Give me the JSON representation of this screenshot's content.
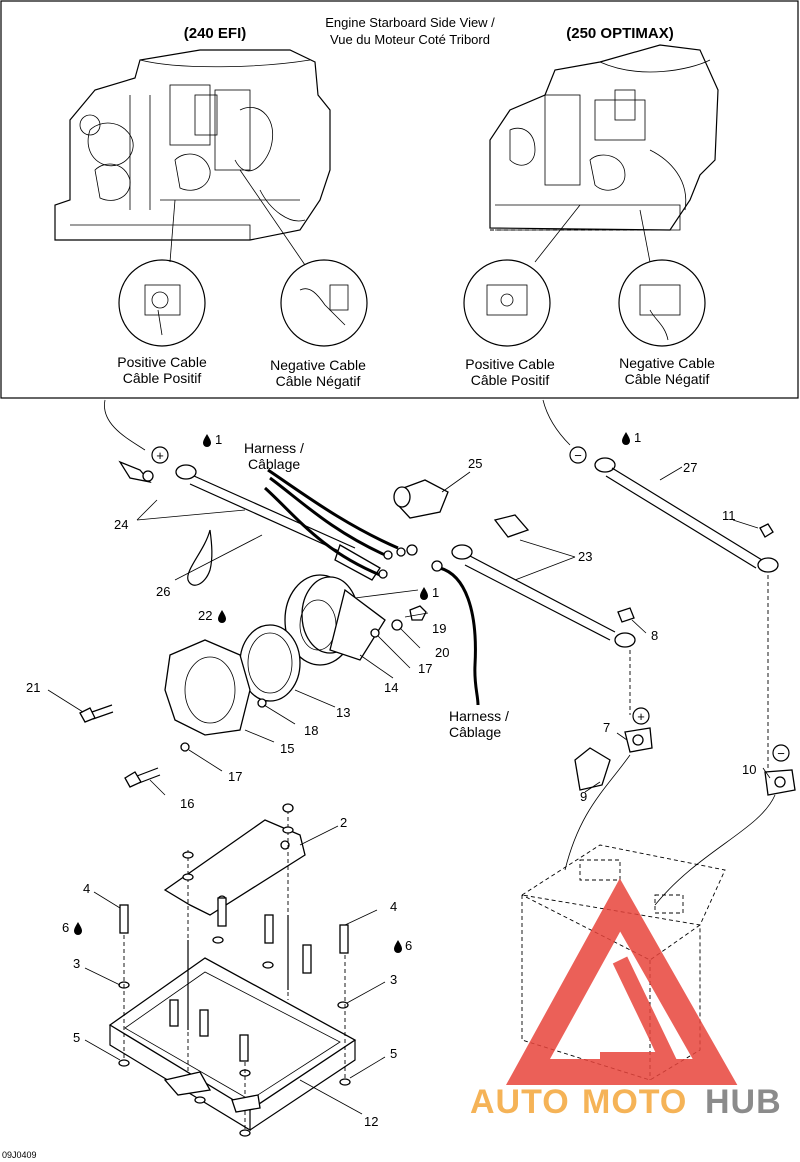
{
  "header": {
    "left_model": "(240 EFI)",
    "right_model": "(250 OPTIMAX)",
    "title_en": "Engine Starboard Side View /",
    "title_fr": "Vue du Moteur Coté Tribord"
  },
  "insets": {
    "left_positive_en": "Positive Cable",
    "left_positive_fr": "Câble Positif",
    "left_negative_en": "Negative Cable",
    "left_negative_fr": "Câble Négatif",
    "right_positive_en": "Positive Cable",
    "right_positive_fr": "Câble Positif",
    "right_negative_en": "Negative Cable",
    "right_negative_fr": "Câble Négatif"
  },
  "harness": {
    "upper_en": "Harness /",
    "upper_fr": "Câblage",
    "lower_en": "Harness /",
    "lower_fr": "Câblage"
  },
  "symbols": {
    "plus": "+",
    "minus": "−",
    "drop": "drop-icon"
  },
  "callouts": {
    "c1a": "1",
    "c1b": "1",
    "c1c": "1",
    "c2": "2",
    "c3a": "3",
    "c3b": "3",
    "c4a": "4",
    "c4b": "4",
    "c5a": "5",
    "c5b": "5",
    "c6a": "6",
    "c6b": "6",
    "c7": "7",
    "c8": "8",
    "c9": "9",
    "c10": "10",
    "c11": "11",
    "c12": "12",
    "c13": "13",
    "c14": "14",
    "c15": "15",
    "c16": "16",
    "c17a": "17",
    "c17b": "17",
    "c18": "18",
    "c19": "19",
    "c20": "20",
    "c21": "21",
    "c22": "22",
    "c23": "23",
    "c24": "24",
    "c25": "25",
    "c26": "26",
    "c27": "27"
  },
  "footer": {
    "code": "09J0409"
  },
  "watermark": {
    "auto": "AUTO",
    "moto": "MOTO",
    "hub": "HUB",
    "color_accent": "#e8453c",
    "color_text": "#f4a63a"
  }
}
